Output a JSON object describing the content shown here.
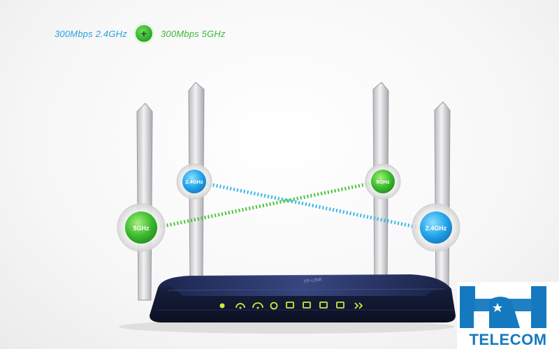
{
  "headline": {
    "band_24": "300Mbps 2.4GHz",
    "plus": "+",
    "band_5": "300Mbps 5GHz"
  },
  "antenna_badges": {
    "left_inner": "2.4GHz",
    "left_outer": "5GHz",
    "right_inner": "5GHz",
    "right_outer": "2.4GHz"
  },
  "router_logo": "TP-LINK",
  "brand": {
    "text": "TELECOM"
  },
  "colors": {
    "blue_band": "#2a9fe0",
    "green_band": "#3cb83a",
    "router_body": "#151d3a",
    "led": "#c6ef3a",
    "brand_blue": "#1579c0"
  }
}
